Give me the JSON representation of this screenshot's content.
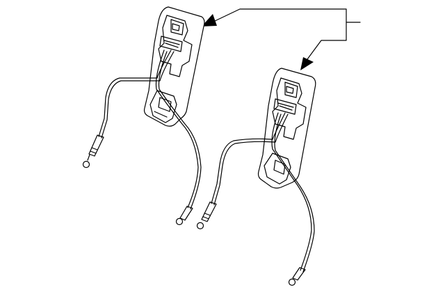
{
  "diagram": {
    "parts": [
      {
        "id": "left-latch-assembly"
      },
      {
        "id": "right-latch-assembly"
      }
    ],
    "callout": {
      "label": "",
      "arrows": 2
    },
    "colors": {
      "line": "#000000",
      "background": "#ffffff"
    }
  }
}
